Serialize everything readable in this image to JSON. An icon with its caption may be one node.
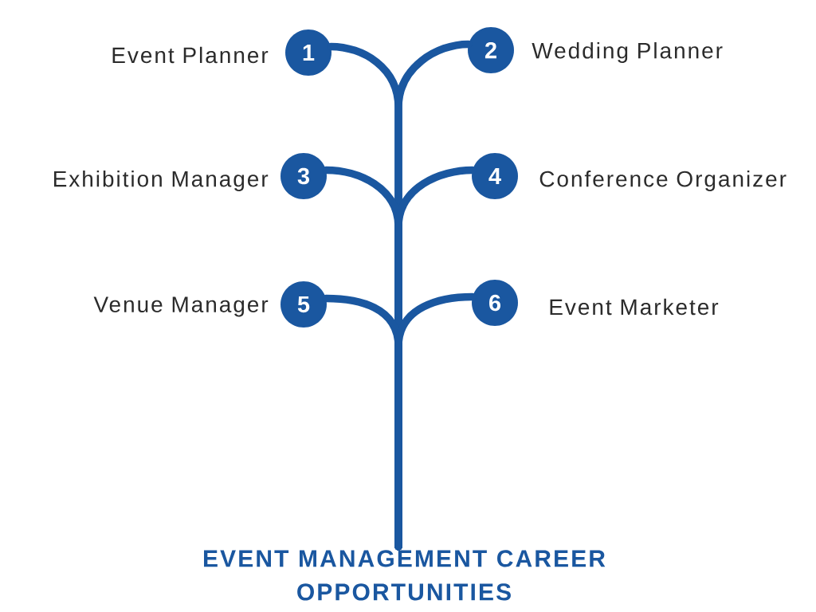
{
  "diagram": {
    "nodes": [
      {
        "text": [
          "1"
        ],
        "beside": [
          "Event Planner"
        ]
      },
      {
        "text": [
          "2"
        ],
        "beside": [
          "Wedding Planner"
        ]
      },
      {
        "text": [
          "3"
        ],
        "beside": [
          "Exhibition Manager"
        ]
      },
      {
        "text": [
          "4"
        ],
        "beside": [
          "Conference Organizer"
        ]
      },
      {
        "text": [
          "5"
        ],
        "beside": [
          "Venue Manager"
        ]
      },
      {
        "text": [
          "6"
        ],
        "beside": [
          "Event Marketer"
        ]
      },
      {
        "text": [
          "EVENT MANAGEMENT CAREER OPPORTUNITIES"
        ]
      }
    ],
    "edges": [
      {
        "from": 6,
        "to": 0,
        "arrow": "none"
      },
      {
        "from": 6,
        "to": 1,
        "arrow": "none"
      },
      {
        "from": 6,
        "to": 2,
        "arrow": "none"
      },
      {
        "from": 6,
        "to": 3,
        "arrow": "none"
      },
      {
        "from": 6,
        "to": 4,
        "arrow": "none"
      },
      {
        "from": 6,
        "to": 5,
        "arrow": "none"
      }
    ]
  }
}
